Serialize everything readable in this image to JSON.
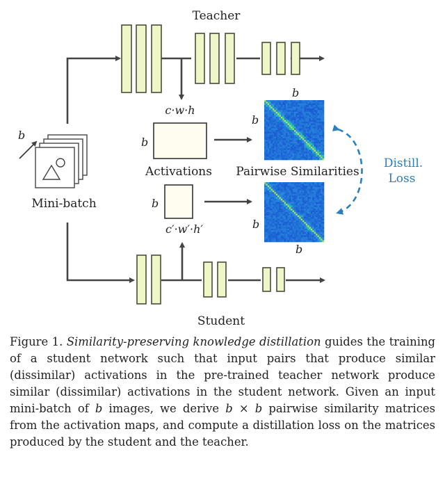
{
  "diagram": {
    "teacher_label": "Teacher",
    "student_label": "Student",
    "minibatch_label": "Mini-batch",
    "activations_label": "Activations",
    "pairwise_label": "Pairwise Similarities",
    "distill_label_1": "Distill.",
    "distill_label_2": "Loss",
    "b": "b",
    "teacher_dims": "c·w·h",
    "student_dims": "c′·w′·h′"
  },
  "caption": {
    "prefix": "Figure 1. ",
    "title": "Similarity-preserving knowledge distillation",
    "body_1": " guides the training of a student network such that input pairs that produce similar (dissimilar) activations in the pre-trained teacher network produce similar (dissimilar) activations in the student network. Given an input mini-batch of ",
    "b1": "b",
    "body_2": " images, we derive ",
    "b2": "b",
    "times": " × ",
    "b3": "b",
    "body_3": " pairwise similarity matrices from the activation maps, and compute a distillation loss on the matrices produced by the student and the teacher."
  },
  "colors": {
    "layer_fill": "#eff6c8",
    "arrow_blue": "#2a7fc0",
    "heatmap_base": "#1f5fd8",
    "heatmap_diag": "#aee04a"
  }
}
